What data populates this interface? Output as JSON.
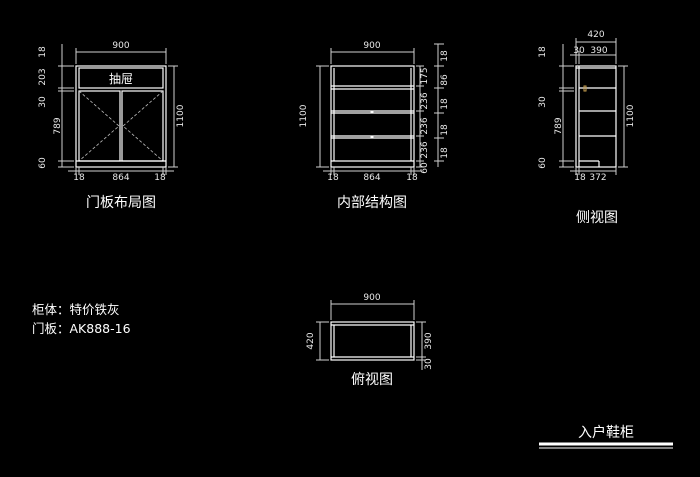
{
  "door_layout": {
    "caption": "门板布局图",
    "drawer_label": "抽屉",
    "dim_top": "900",
    "dim_left": [
      "18",
      "203",
      "30",
      "789",
      "60"
    ],
    "dim_right": "1100",
    "dim_bottom": [
      "18",
      "864",
      "18"
    ]
  },
  "internal": {
    "caption": "内部结构图",
    "dim_top": "900",
    "dim_left": "1100",
    "dim_right_outer": [
      "18",
      "86",
      "18",
      "18",
      "18"
    ],
    "dim_right_inner": [
      "175",
      "236",
      "236",
      "236",
      "60"
    ],
    "dim_bottom": [
      "18",
      "864",
      "18"
    ]
  },
  "side": {
    "caption": "侧视图",
    "dim_top": "420",
    "dim_top2": [
      "30",
      "390"
    ],
    "dim_left": [
      "18",
      "30",
      "789",
      "60"
    ],
    "dim_right": "1100",
    "dim_bottom": [
      "18",
      "372"
    ]
  },
  "top_view": {
    "caption": "俯视图",
    "dim_top": "900",
    "dim_left": "420",
    "dim_right": [
      "30",
      "390"
    ]
  },
  "notes": {
    "body_label": "柜体：特价铁灰",
    "door_label": "门板：AK888-16"
  },
  "title_block": {
    "title": "入户鞋柜"
  },
  "colors": {
    "background": "#000000",
    "lines": "#ffffff",
    "accent": "#c8a050"
  }
}
